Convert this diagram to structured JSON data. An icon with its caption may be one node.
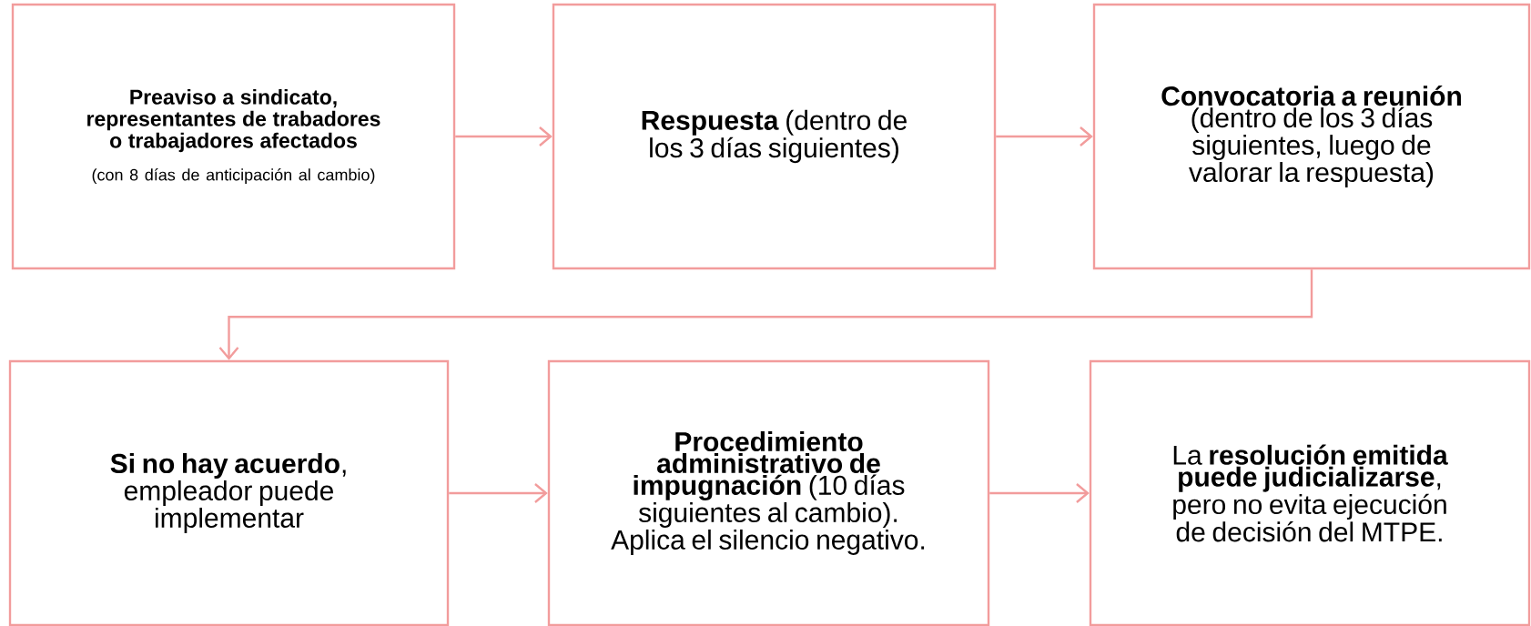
{
  "diagram": {
    "nodes": [
      {
        "text": [
          "Preaviso a sindicato, representantes de trabadores o trabajadores afectados",
          "(con 8 días de anticipación al cambio)"
        ]
      },
      {
        "text": [
          "**Respuesta** (dentro de los 3 días siguientes)"
        ]
      },
      {
        "text": [
          "**Convocatoria a reunión** (dentro de los 3 días siguientes, luego de valorar la respuesta)"
        ]
      },
      {
        "text": [
          "**Si no hay acuerdo**, empleador puede implementar"
        ]
      },
      {
        "text": [
          "**Procedimiento administrativo de impugnación** (10 días siguientes al cambio). Aplica el silencio negativo."
        ]
      },
      {
        "text": [
          "La **resolución emitida puede judicializarse**, pero no evita ejecución de decisión del MTPE."
        ]
      }
    ],
    "edges": [
      {
        "from": 0,
        "to": 1,
        "arrow": "to"
      },
      {
        "from": 1,
        "to": 2,
        "arrow": "to"
      },
      {
        "from": 2,
        "to": 3,
        "arrow": "to"
      },
      {
        "from": 3,
        "to": 4,
        "arrow": "to"
      },
      {
        "from": 4,
        "to": 5,
        "arrow": "to"
      }
    ]
  }
}
